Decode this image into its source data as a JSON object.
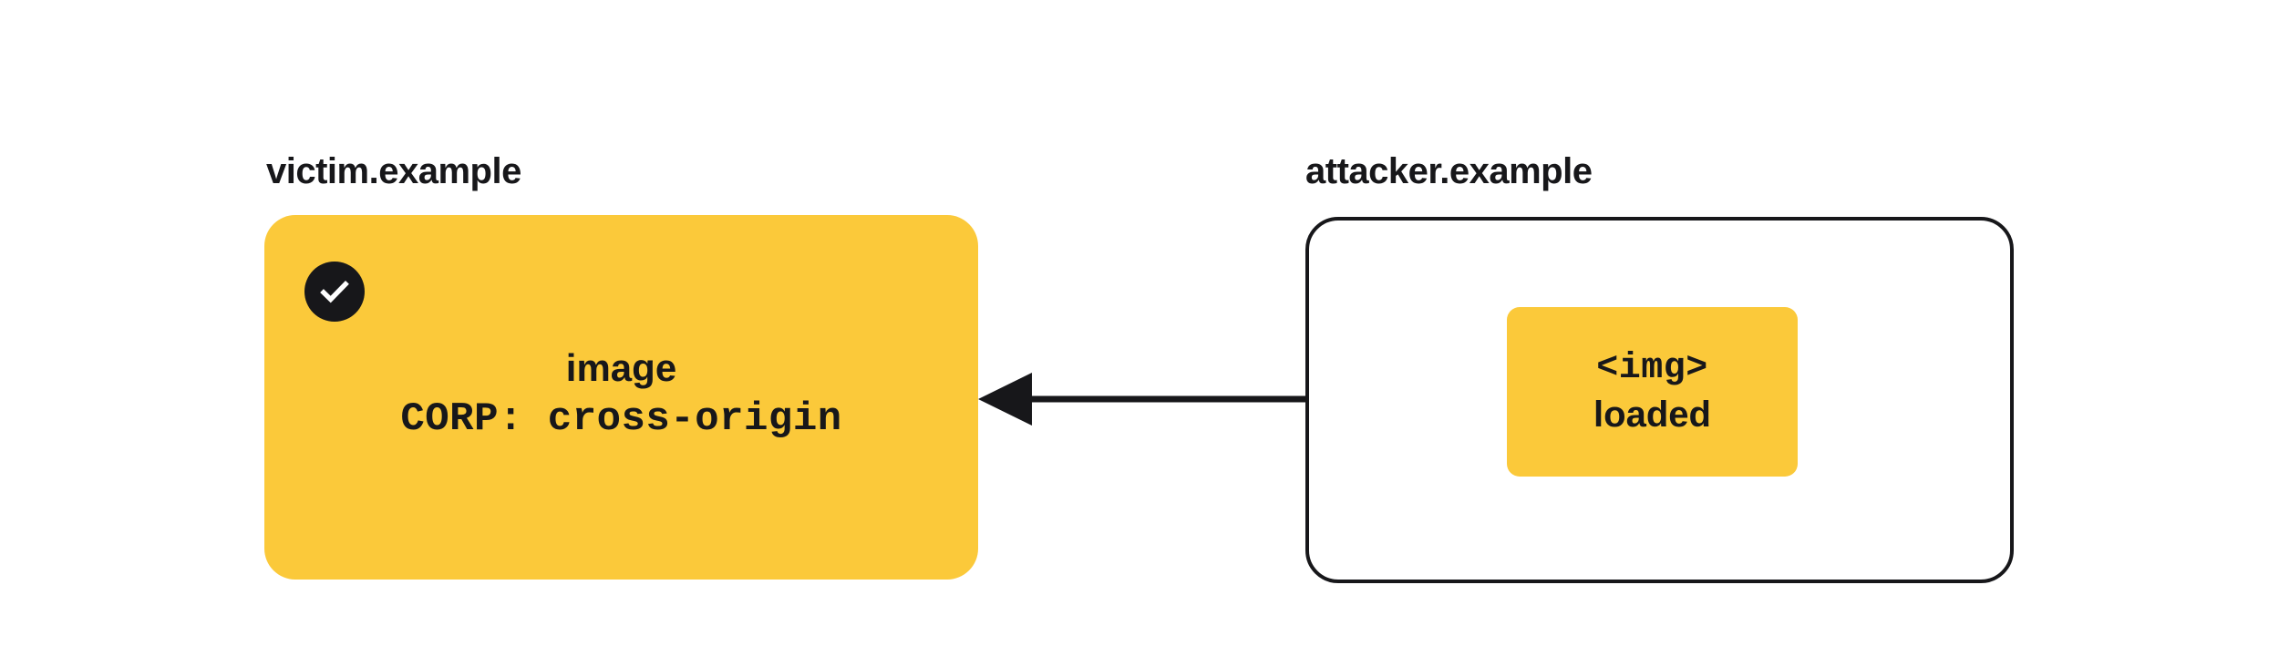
{
  "diagram": {
    "title_concept": "CORP cross-origin blocks nothing for cross-origin image embed",
    "background_color": "#ffffff",
    "accent_color": "#FBC93A",
    "ink_color": "#17171a"
  },
  "origins": {
    "victim": {
      "label": "victim.example",
      "status_icon": "check-icon",
      "resource_name": "image",
      "header_line": "CORP: cross-origin"
    },
    "attacker": {
      "label": "attacker.example",
      "element_tag": "<img>",
      "element_state": "loaded"
    }
  },
  "arrow": {
    "name": "image-request-arrow",
    "direction": "right-to-left",
    "color": "#17171a"
  }
}
